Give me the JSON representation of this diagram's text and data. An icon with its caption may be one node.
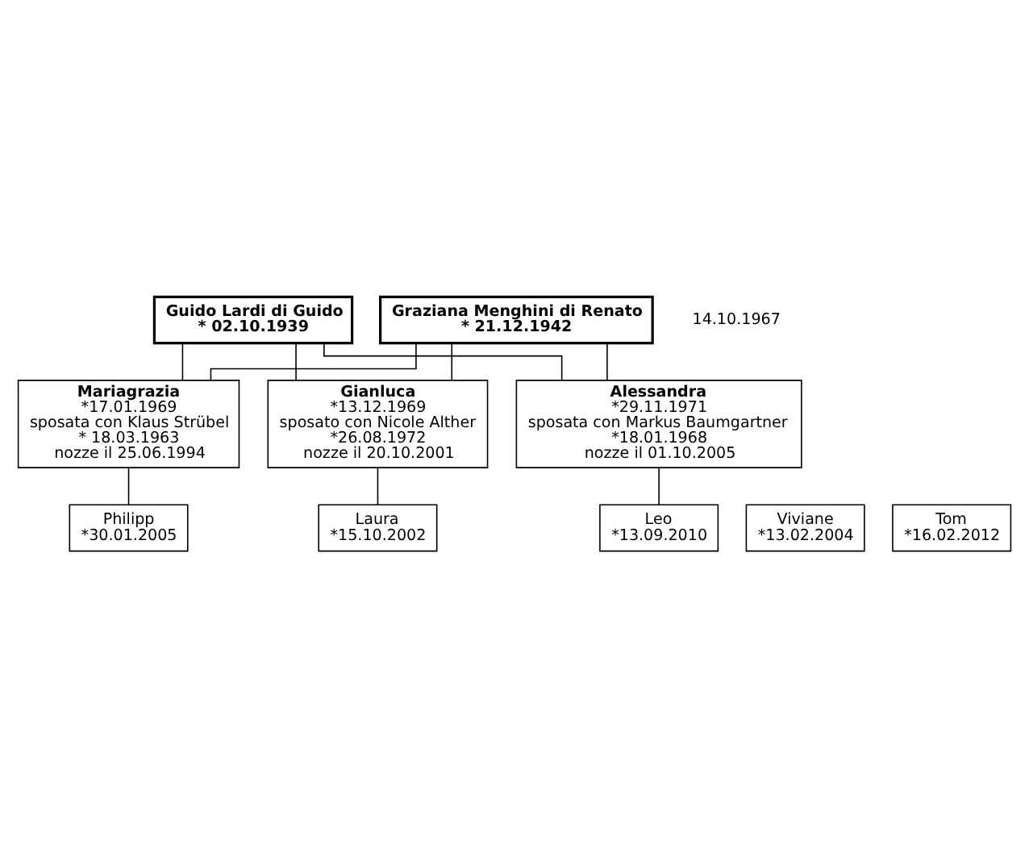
{
  "diagram": {
    "nodes": [
      {
        "text": [
          "Guido Lardi di Guido",
          "* 02.10.1939"
        ]
      },
      {
        "text": [
          "Graziana Menghini di Renato",
          "* 21.12.1942"
        ]
      },
      {
        "text": [
          "Mariagrazia",
          "*17.01.1969",
          "sposata con Klaus Strübel",
          "* 18.03.1963",
          "nozze il 25.06.1994"
        ]
      },
      {
        "text": [
          "Gianluca",
          "*13.12.1969",
          "sposato con Nicole Alther",
          "*26.08.1972",
          "nozze il 20.10.2001"
        ]
      },
      {
        "text": [
          "Alessandra",
          "*29.11.1971",
          "sposata con Markus Baumgartner",
          "*18.01.1968",
          "nozze il 01.10.2005"
        ]
      },
      {
        "text": [
          "Philipp",
          "*30.01.2005"
        ]
      },
      {
        "text": [
          "Laura",
          "*15.10.2002"
        ]
      },
      {
        "text": [
          "Viviane",
          "*13.02.2004"
        ]
      },
      {
        "text": [
          "Leo",
          "*13.09.2010"
        ]
      },
      {
        "text": [
          "Tom",
          "*16.02.2012"
        ]
      }
    ],
    "edges": [
      {
        "from": 0,
        "to": 2,
        "arrow": "none"
      },
      {
        "from": 0,
        "to": 3,
        "arrow": "none"
      },
      {
        "from": 0,
        "to": 4,
        "arrow": "none"
      },
      {
        "from": 1,
        "to": 2,
        "arrow": "none"
      },
      {
        "from": 1,
        "to": 3,
        "arrow": "none"
      },
      {
        "from": 1,
        "to": 4,
        "arrow": "none"
      },
      {
        "from": 2,
        "to": 5,
        "arrow": "none"
      },
      {
        "from": 3,
        "to": 6,
        "arrow": "none"
      },
      {
        "from": 4,
        "to": 8,
        "arrow": "none"
      }
    ],
    "labels": [
      "14.10.1967"
    ]
  }
}
